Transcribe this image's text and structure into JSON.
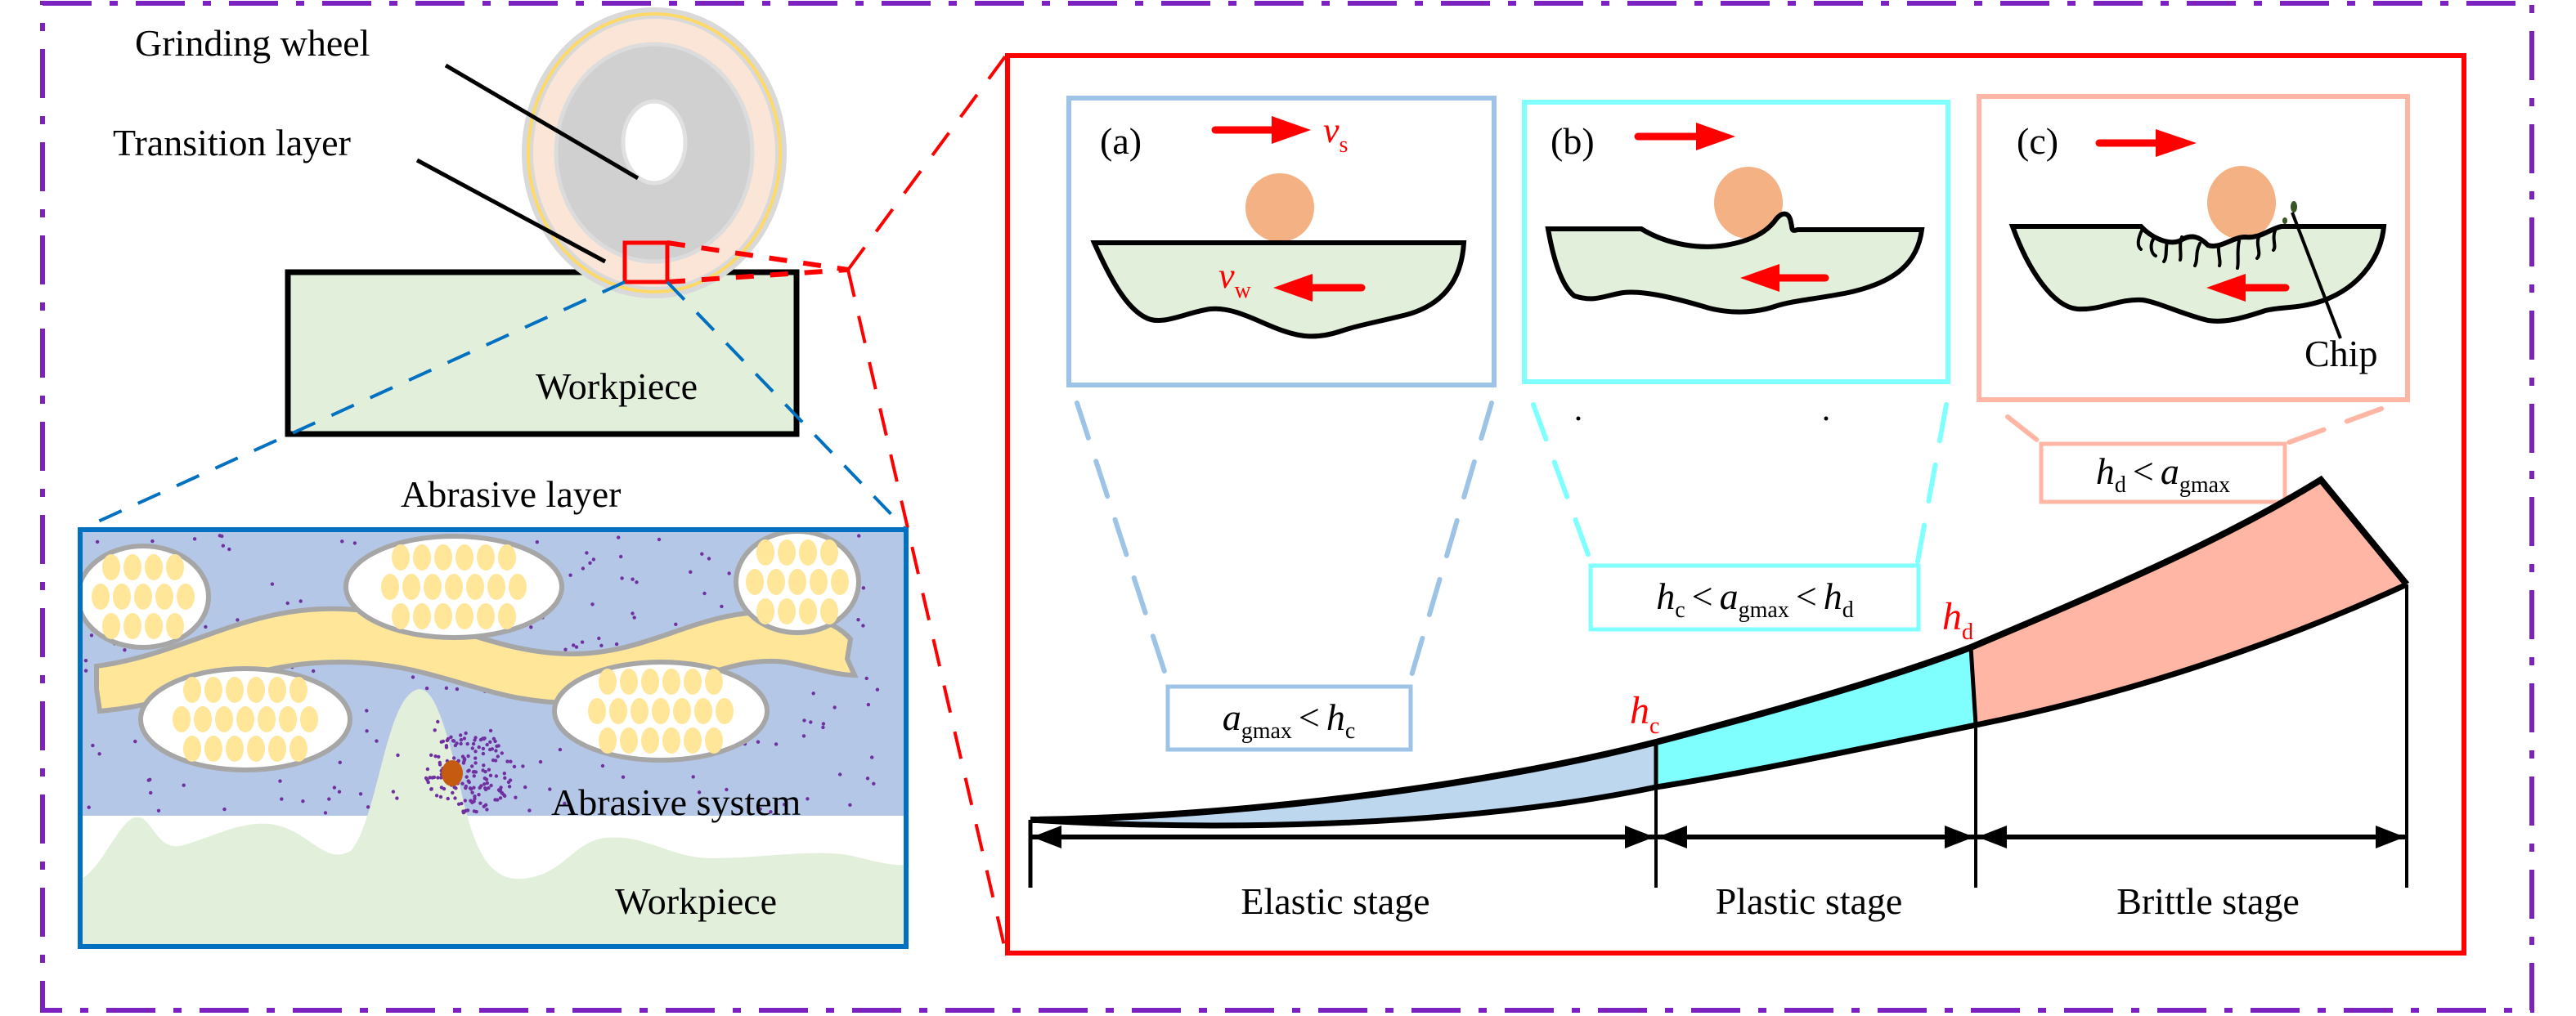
{
  "colors": {
    "outer_border": "#7b22c1",
    "zoom_frame": "#ff0000",
    "detail_frame": "#0070c0",
    "panel_a": "#9dc3e6",
    "panel_b": "#80ffff",
    "panel_c": "#ffb6a5",
    "workpiece_fill": "#e2efda",
    "abrasive_bg": "#b4c7e7",
    "grain_fill": "#ffe699",
    "grit": "#f4b183",
    "debris": "#7030a0",
    "wheel_hub": "#d0d0d0",
    "wheel_transition": "#fbe5d6",
    "wheel_rim": "#ffd966",
    "elastic_fill": "#bdd7ee",
    "plastic_fill": "#80ffff",
    "brittle_fill": "#ffb6a5",
    "velocity_arrow": "#ff0000"
  },
  "overview": {
    "grinding_wheel_label": "Grinding wheel",
    "transition_layer_label": "Transition layer",
    "workpiece_label": "Workpiece"
  },
  "detail": {
    "abrasive_layer_label": "Abrasive layer",
    "abrasive_system_label": "Abrasive system",
    "workpiece_label": "Workpiece"
  },
  "panels": [
    {
      "id": "a",
      "tag": "(a)",
      "vs_symbol": "v",
      "vs_sub": "s",
      "vw_symbol": "v",
      "vw_sub": "w",
      "condition": {
        "lhs": "a",
        "lhs_sub": "gmax",
        "op": "<",
        "rhs": "h",
        "rhs_sub": "c"
      }
    },
    {
      "id": "b",
      "tag": "(b)",
      "condition": {
        "p1": "h",
        "p1_sub": "c",
        "op1": "<",
        "p2": "a",
        "p2_sub": "gmax",
        "op2": "<",
        "p3": "h",
        "p3_sub": "d"
      }
    },
    {
      "id": "c",
      "tag": "(c)",
      "chip_label": "Chip",
      "condition": {
        "lhs": "h",
        "lhs_sub": "d",
        "op": "<",
        "rhs": "a",
        "rhs_sub": "gmax"
      }
    }
  ],
  "thresholds": {
    "hc": {
      "symbol": "h",
      "sub": "c"
    },
    "hd": {
      "symbol": "h",
      "sub": "d"
    }
  },
  "stages": [
    {
      "name": "Elastic stage"
    },
    {
      "name": "Plastic stage"
    },
    {
      "name": "Brittle stage"
    }
  ]
}
